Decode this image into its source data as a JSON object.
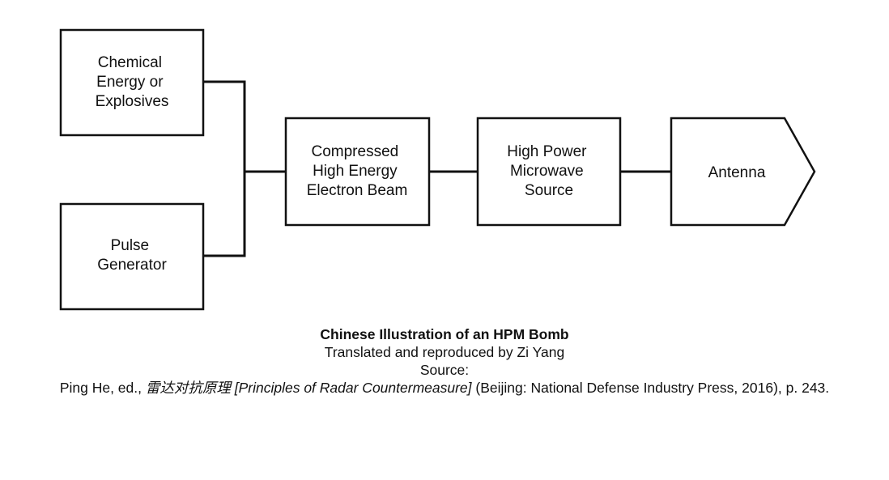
{
  "diagram": {
    "nodes": {
      "chemical": [
        "Chemical",
        "Energy or",
        "Explosives"
      ],
      "pulse": [
        "Pulse",
        "Generator"
      ],
      "beam": [
        "Compressed",
        "High Energy",
        "Electron Beam"
      ],
      "microwave": [
        "High Power",
        "Microwave",
        "Source"
      ],
      "antenna": [
        "Antenna"
      ]
    }
  },
  "caption": {
    "title": "Chinese Illustration of an HPM Bomb",
    "credit": "Translated and reproduced by Zi Yang",
    "source_label": "Source:",
    "ref_author": "Ping He, ed., ",
    "ref_title": "雷达对抗原理 [Principles of Radar Countermeasure]",
    "ref_rest": " (Beijing: National Defense Industry Press, 2016), p. 243."
  }
}
